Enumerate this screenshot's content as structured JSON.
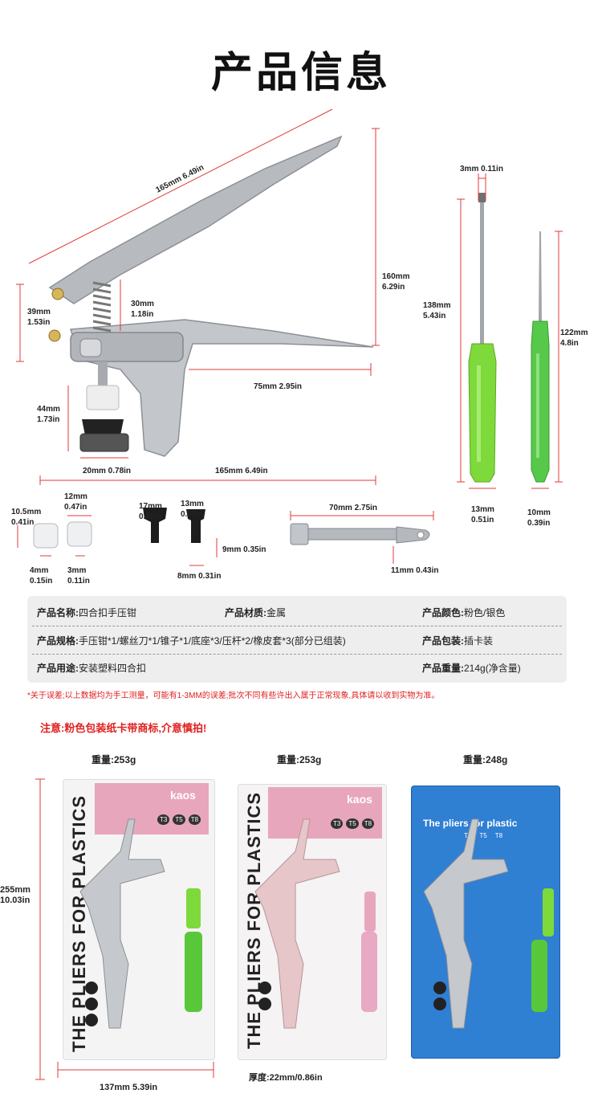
{
  "page": {
    "title": "产品信息"
  },
  "pliers_dims": {
    "diag_length": "165mm  6.49in",
    "height_mm": "160mm",
    "height_in": "6.29in",
    "spring_mm": "30mm",
    "spring_in": "1.18in",
    "head_mm": "39mm",
    "head_in": "1.53in",
    "handle_len": "75mm  2.95in",
    "jaw_mm": "44mm",
    "jaw_in": "1.73in",
    "base_width": "20mm  0.78in",
    "total_length": "165mm  6.49in"
  },
  "tools_dims": {
    "screwdriver_tip": "3mm  0.11in",
    "screwdriver_len_mm": "138mm",
    "screwdriver_len_in": "5.43in",
    "awl_len_mm": "122mm",
    "awl_len_in": "4.8in",
    "screwdriver_handle_mm": "13mm",
    "screwdriver_handle_in": "0.51in",
    "awl_handle_mm": "10mm",
    "awl_handle_in": "0.39in"
  },
  "parts_dims": {
    "die1_top_mm": "10.5mm",
    "die1_top_in": "0.41in",
    "die2_top_mm": "12mm",
    "die2_top_in": "0.47in",
    "die1_bottom_mm": "4mm",
    "die1_bottom_in": "0.15in",
    "die2_bottom_mm": "3mm",
    "die2_bottom_in": "0.11in",
    "base1_top_mm": "17mm",
    "base1_top_in": "0.66in",
    "base2_top_mm": "13mm",
    "base2_top_in": "0.51in",
    "base_height": "9mm  0.35in",
    "base_bottom": "8mm  0.31in",
    "rod_len": "70mm  2.75in",
    "rod_dia": "11mm  0.43in"
  },
  "specs": {
    "name_label": "产品名称:",
    "name_value": "四合扣手压钳",
    "material_label": "产品材质:",
    "material_value": "金属",
    "color_label": "产品颜色:",
    "color_value": "粉色/银色",
    "spec_label": "产品规格:",
    "spec_value": "手压钳*1/螺丝刀*1/锥子*1/底座*3/压杆*2/橡皮套*3(部分已组装)",
    "package_label": "产品包装:",
    "package_value": "插卡装",
    "use_label": "产品用途:",
    "use_value": "安装塑料四合扣",
    "weight_label": "产品重量:",
    "weight_value": "214g(净含量)"
  },
  "note": "*关于误差;以上数据均为手工测量，可能有1-3MM的误差;批次不同有些许出入属于正常现象,具体请以收到实物为准。",
  "warning": "注意:粉色包装纸卡带商标,介意慎拍!",
  "packages": {
    "weights": [
      "重量:253g",
      "重量:253g",
      "重量:248g"
    ],
    "brand": "kaos",
    "sizes": [
      "T3",
      "T5",
      "T8"
    ],
    "vertical_text": "THE PLIERS FOR PLASTICS",
    "blue_text": "The pliers for plastic",
    "height_mm": "255mm",
    "height_in": "10.03in",
    "width": "137mm  5.39in",
    "thickness": "厚度:22mm/0.86in"
  },
  "colors": {
    "dim_line": "#e23a3a",
    "pliers_silver": "#b9bcc1",
    "tool_green": "#7ed93a",
    "pack_pink": "#e8a6bd",
    "pack_blue": "#2f7fd3",
    "warn_red": "#e02020"
  }
}
